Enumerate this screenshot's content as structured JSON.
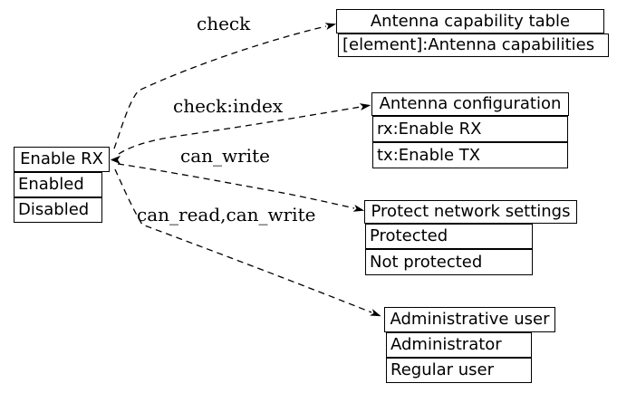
{
  "diagram": {
    "colors": {
      "background": "#ffffff",
      "stroke": "#000000",
      "node_fill": "#ffffff",
      "text": "#000000"
    },
    "nodes": {
      "enable_rx": {
        "title": "Enable RX",
        "rows": [
          "Enabled",
          "Disabled"
        ]
      },
      "antenna_capability_table": {
        "title": "Antenna capability table",
        "rows": [
          "[element]:Antenna capabilities"
        ]
      },
      "antenna_configuration": {
        "title": "Antenna configuration",
        "rows": [
          "rx:Enable RX",
          "tx:Enable TX"
        ]
      },
      "protect_network_settings": {
        "title": "Protect network settings",
        "rows": [
          "Protected",
          "Not protected"
        ]
      },
      "administrative_user": {
        "title": "Administrative user",
        "rows": [
          "Administrator",
          "Regular user"
        ]
      }
    },
    "edges": [
      {
        "from": "enable_rx",
        "to": "antenna_capability_table",
        "label": "check",
        "style": "dashed"
      },
      {
        "from": "enable_rx",
        "to": "antenna_configuration",
        "label": "check:index",
        "style": "dashed"
      },
      {
        "from": "enable_rx",
        "to": "protect_network_settings",
        "label": "can_write",
        "style": "dashed"
      },
      {
        "from": "enable_rx",
        "to": "administrative_user",
        "label": "can_read,can_write",
        "style": "dashed"
      }
    ]
  }
}
